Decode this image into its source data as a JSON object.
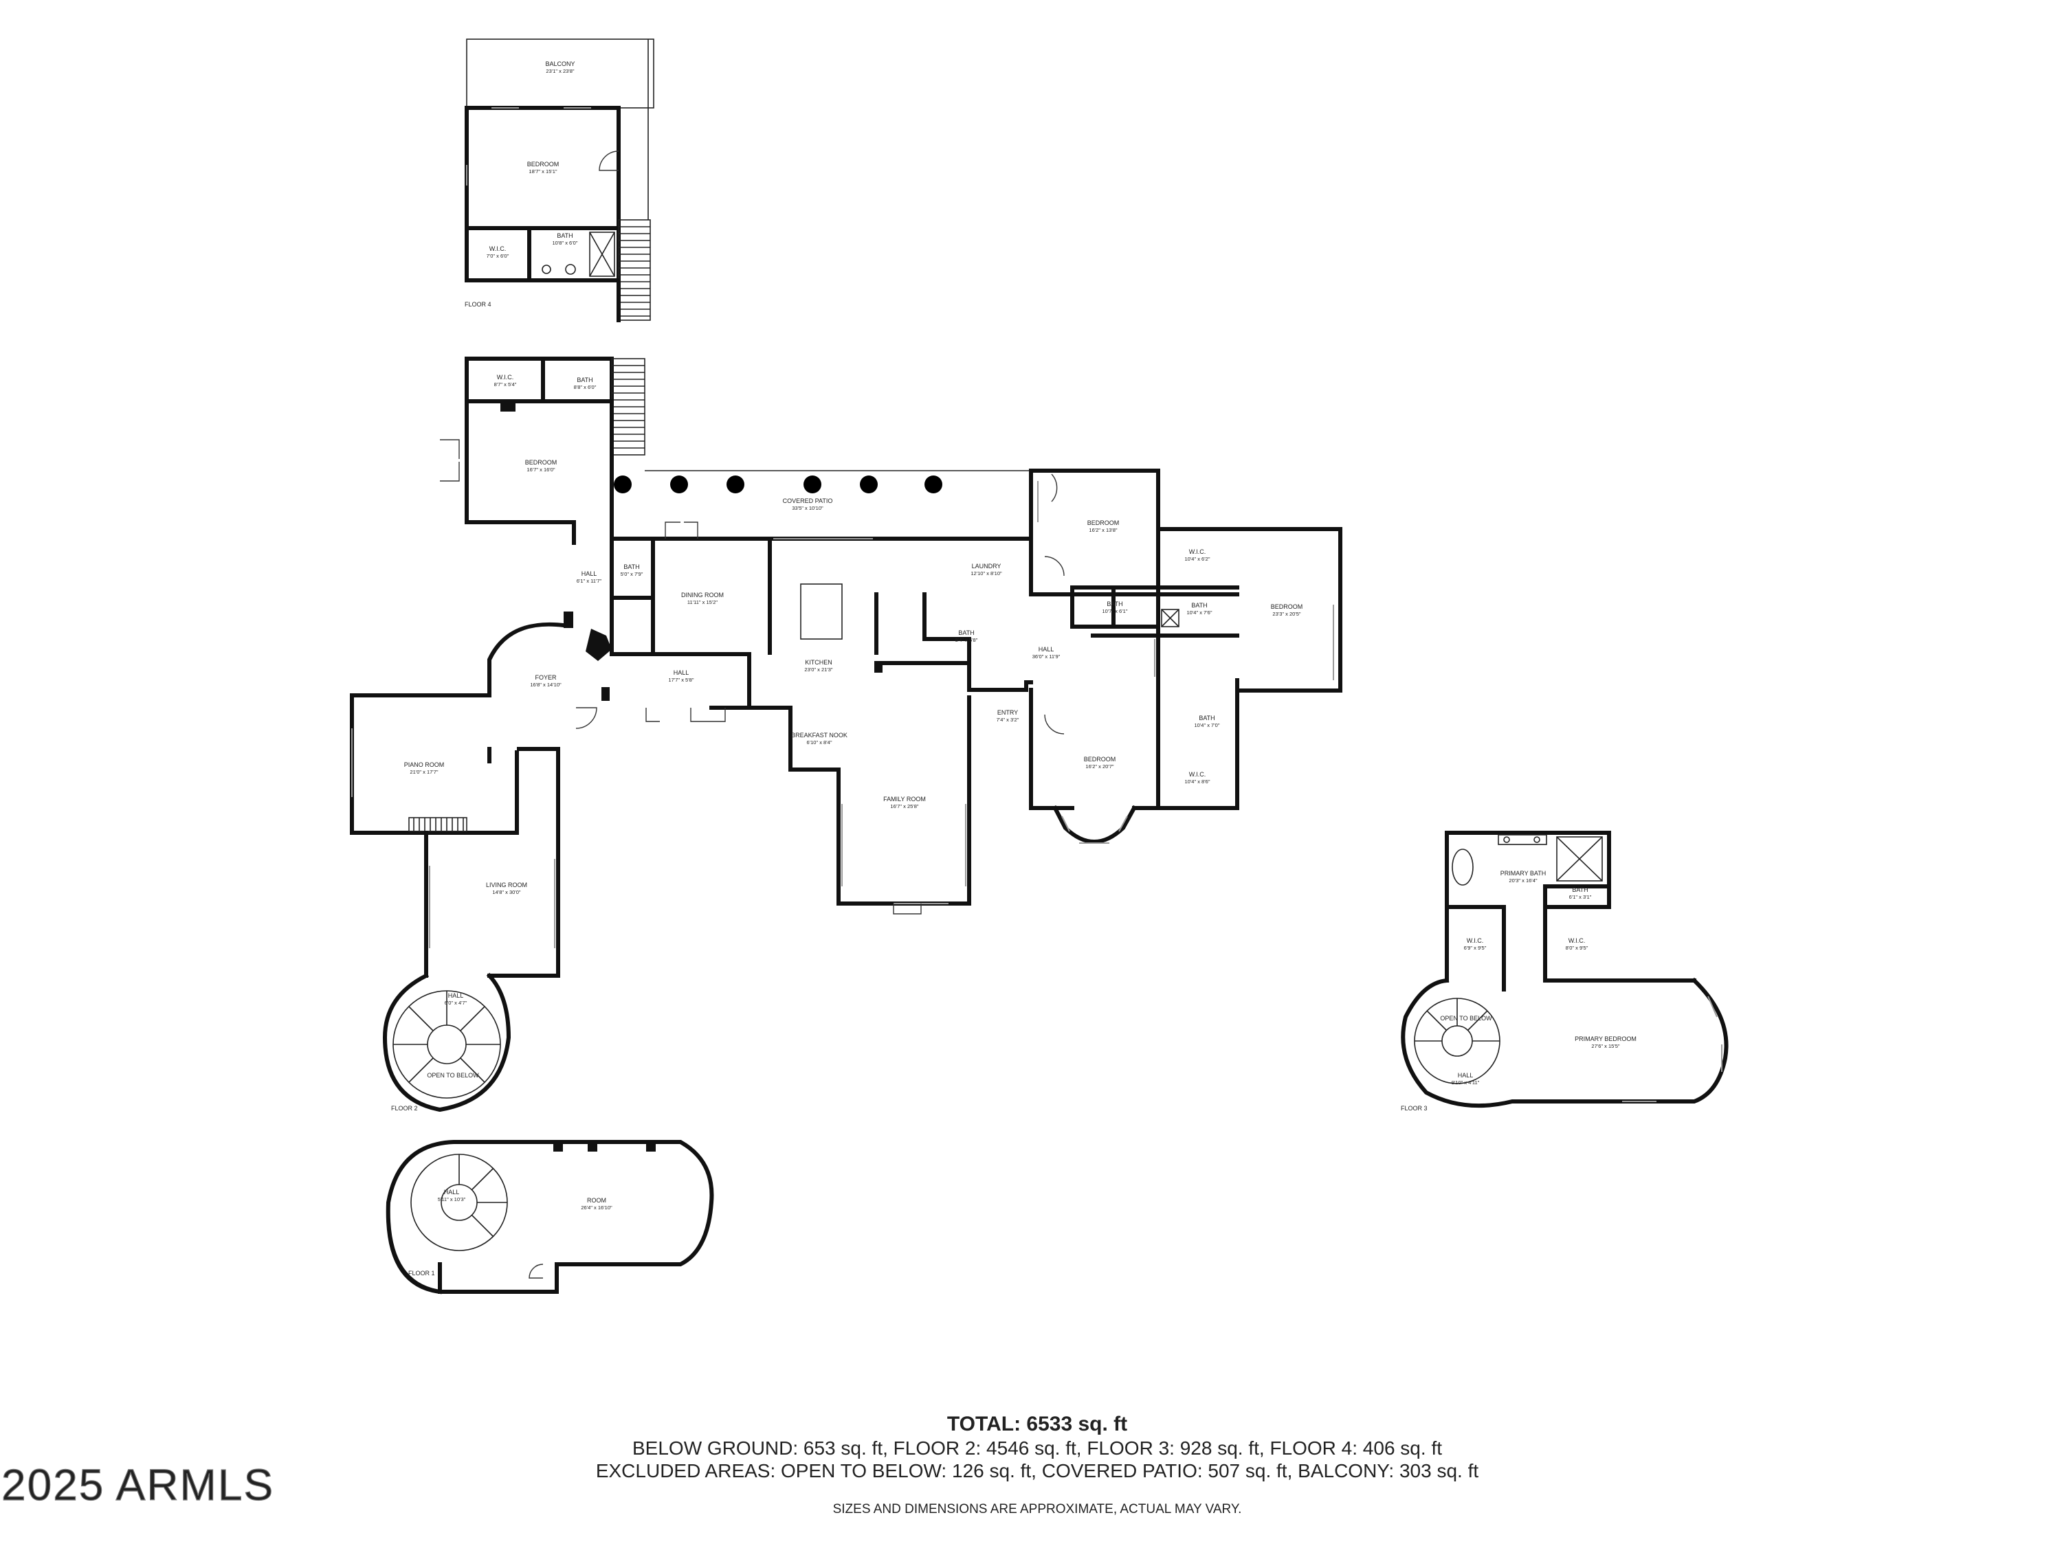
{
  "floors": {
    "floor1": "FLOOR 1",
    "floor2": "FLOOR 2",
    "floor3": "FLOOR 3",
    "floor4": "FLOOR 4"
  },
  "rooms": [
    {
      "id": "f4-balcony",
      "name": "BALCONY",
      "dim": "23'1\" x 23'8\""
    },
    {
      "id": "f4-bedroom",
      "name": "BEDROOM",
      "dim": "18'7\" x 15'1\""
    },
    {
      "id": "f4-wic",
      "name": "W.I.C.",
      "dim": "7'0\" x 6'0\""
    },
    {
      "id": "f4-bath",
      "name": "BATH",
      "dim": "10'8\" x 6'0\""
    },
    {
      "id": "f2-wic-nw",
      "name": "W.I.C.",
      "dim": "8'7\" x 5'4\""
    },
    {
      "id": "f2-bath-nw",
      "name": "BATH",
      "dim": "8'8\" x 6'0\""
    },
    {
      "id": "f2-bedroom-nw",
      "name": "BEDROOM",
      "dim": "16'7\" x 16'0\""
    },
    {
      "id": "f2-covered-patio",
      "name": "COVERED PATIO",
      "dim": "33'5\" x 10'10\""
    },
    {
      "id": "f2-bedroom-ne",
      "name": "BEDROOM",
      "dim": "16'2\" x 13'8\""
    },
    {
      "id": "f2-wic-ne",
      "name": "W.I.C.",
      "dim": "10'4\" x 6'2\""
    },
    {
      "id": "f2-bedroom-e",
      "name": "BEDROOM",
      "dim": "23'3\" x 20'5\""
    },
    {
      "id": "f2-hall-a",
      "name": "HALL",
      "dim": "6'1\" x 11'7\""
    },
    {
      "id": "f2-bath-a",
      "name": "BATH",
      "dim": "5'0\" x 7'9\""
    },
    {
      "id": "f2-dining",
      "name": "DINING ROOM",
      "dim": "11'11\" x 15'2\""
    },
    {
      "id": "f2-laundry",
      "name": "LAUNDRY",
      "dim": "12'10\" x 8'10\""
    },
    {
      "id": "f2-bath-b",
      "name": "BATH",
      "dim": "10'7\" x 6'1\""
    },
    {
      "id": "f2-bath-c",
      "name": "BATH",
      "dim": "10'4\" x 7'6\""
    },
    {
      "id": "f2-bath-d",
      "name": "BATH",
      "dim": "8'4\" x 5'8\""
    },
    {
      "id": "f2-kitchen",
      "name": "KITCHEN",
      "dim": "23'0\" x 21'3\""
    },
    {
      "id": "f2-hall-main",
      "name": "HALL",
      "dim": "36'0\" x 11'9\""
    },
    {
      "id": "f2-foyer",
      "name": "FOYER",
      "dim": "16'8\" x 14'10\""
    },
    {
      "id": "f2-hall-b",
      "name": "HALL",
      "dim": "17'7\" x 5'8\""
    },
    {
      "id": "f2-entry",
      "name": "ENTRY",
      "dim": "7'4\" x 3'2\""
    },
    {
      "id": "f2-bath-e",
      "name": "BATH",
      "dim": "10'4\" x 7'0\""
    },
    {
      "id": "f2-breakfast",
      "name": "BREAKFAST NOOK",
      "dim": "6'10\" x 8'4\""
    },
    {
      "id": "f2-piano",
      "name": "PIANO ROOM",
      "dim": "21'0\" x 17'7\""
    },
    {
      "id": "f2-bedroom-s",
      "name": "BEDROOM",
      "dim": "16'2\" x 20'7\""
    },
    {
      "id": "f2-wic-se",
      "name": "W.I.C.",
      "dim": "10'4\" x 8'6\""
    },
    {
      "id": "f2-family",
      "name": "FAMILY ROOM",
      "dim": "16'7\" x 25'8\""
    },
    {
      "id": "f2-living",
      "name": "LIVING ROOM",
      "dim": "14'8\" x 30'0\""
    },
    {
      "id": "f2-hall-stair",
      "name": "HALL",
      "dim": "6'0\" x 4'7\""
    },
    {
      "id": "f2-open",
      "name": "OPEN TO BELOW",
      "dim": ""
    },
    {
      "id": "f3-primary-bath",
      "name": "PRIMARY BATH",
      "dim": "20'3\" x 16'4\""
    },
    {
      "id": "f3-bath",
      "name": "BATH",
      "dim": "6'1\" x 3'1\""
    },
    {
      "id": "f3-wic-a",
      "name": "W.I.C.",
      "dim": "6'9\" x 9'5\""
    },
    {
      "id": "f3-wic-b",
      "name": "W.I.C.",
      "dim": "8'0\" x 9'5\""
    },
    {
      "id": "f3-open",
      "name": "OPEN TO BELOW",
      "dim": ""
    },
    {
      "id": "f3-primary-bedroom",
      "name": "PRIMARY BEDROOM",
      "dim": "27'6\" x 15'5\""
    },
    {
      "id": "f3-hall",
      "name": "HALL",
      "dim": "9'10\" x 4'11\""
    },
    {
      "id": "f1-hall",
      "name": "HALL",
      "dim": "5'11\" x 10'3\""
    },
    {
      "id": "f1-room",
      "name": "ROOM",
      "dim": "26'4\" x 16'10\""
    }
  ],
  "summary": {
    "total": "TOTAL: 6533 sq. ft",
    "line1": "BELOW GROUND: 653 sq. ft, FLOOR 2: 4546 sq. ft, FLOOR 3: 928 sq. ft, FLOOR 4: 406 sq. ft",
    "line2": "EXCLUDED AREAS: OPEN TO BELOW: 126 sq. ft, COVERED PATIO: 507 sq. ft, BALCONY: 303 sq. ft",
    "disclaimer": "SIZES AND DIMENSIONS ARE APPROXIMATE, ACTUAL MAY VARY."
  },
  "watermark": "2025 ARMLS"
}
